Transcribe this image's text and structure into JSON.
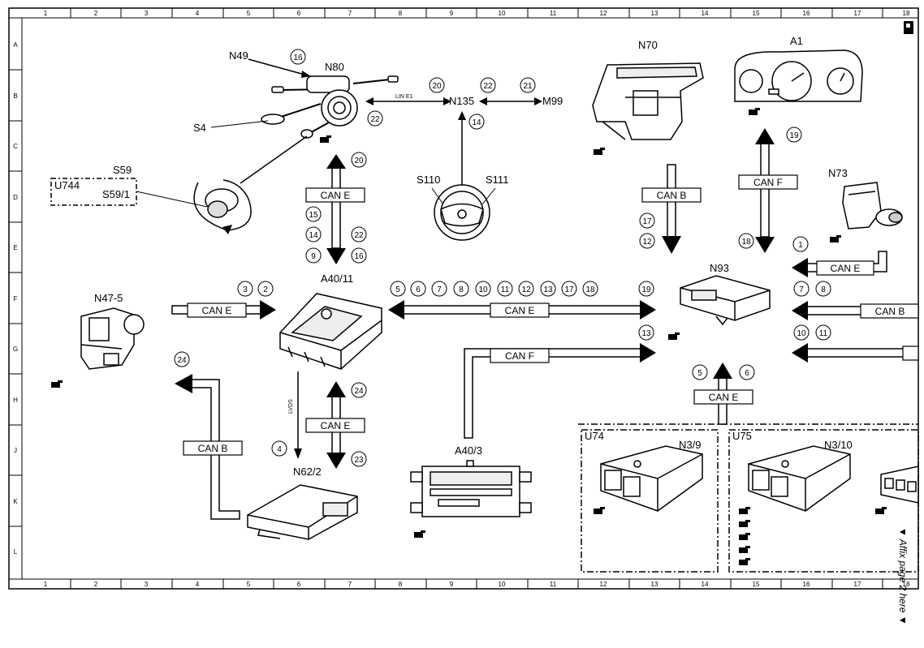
{
  "grid": {
    "columns": [
      "1",
      "2",
      "3",
      "4",
      "5",
      "6",
      "7",
      "8",
      "9",
      "10",
      "11",
      "12",
      "13",
      "14",
      "15",
      "16",
      "17",
      "18"
    ],
    "rows": [
      "A",
      "B",
      "C",
      "D",
      "E",
      "F",
      "G",
      "H",
      "J",
      "K",
      "L"
    ]
  },
  "components": {
    "n49": "N49",
    "n80": "N80",
    "s4": "S4",
    "s59": "S59",
    "u744": "U744",
    "s59_1": "S59/1",
    "n135": "N135",
    "m99": "M99",
    "s110": "S110",
    "s111": "S111",
    "n70": "N70",
    "a1": "A1",
    "n73": "N73",
    "n93": "N93",
    "n47_5": "N47-5",
    "a40_11": "A40/11",
    "n62_2": "N62/2",
    "a40_3": "A40/3",
    "u74": "U74",
    "n3_9": "N3/9",
    "u75": "U75",
    "n3_10": "N3/10"
  },
  "buses": {
    "can_e": "CAN E",
    "can_b": "CAN B",
    "can_f": "CAN F",
    "lin_e1": "LIN E1",
    "lvds": "LVDS"
  },
  "markers": {
    "m16_n49": "16",
    "m20_lin": "20",
    "m22_n135": "22",
    "m21_m99": "21",
    "m22_n80": "22",
    "m14_n135": "14",
    "m20_cane": "20",
    "m15": "15",
    "m14": "14",
    "m22": "22",
    "m9": "9",
    "m16": "16",
    "m17": "17",
    "m12": "12",
    "m19_canf": "19",
    "m18": "18",
    "m1": "1",
    "m3": "3",
    "m2": "2",
    "m5": "5",
    "m6": "6",
    "m7": "7",
    "m8": "8",
    "m10": "10",
    "m11": "11",
    "m12b": "12",
    "m13": "13",
    "m17b": "17",
    "m18b": "18",
    "m19": "19",
    "m13b": "13",
    "m7r": "7",
    "m8r": "8",
    "m10r": "10",
    "m11r": "11",
    "m24": "24",
    "m24b": "24",
    "m4": "4",
    "m23": "23",
    "m5b": "5",
    "m6b": "6"
  },
  "note": "▼ Affix page 2 here ▼"
}
